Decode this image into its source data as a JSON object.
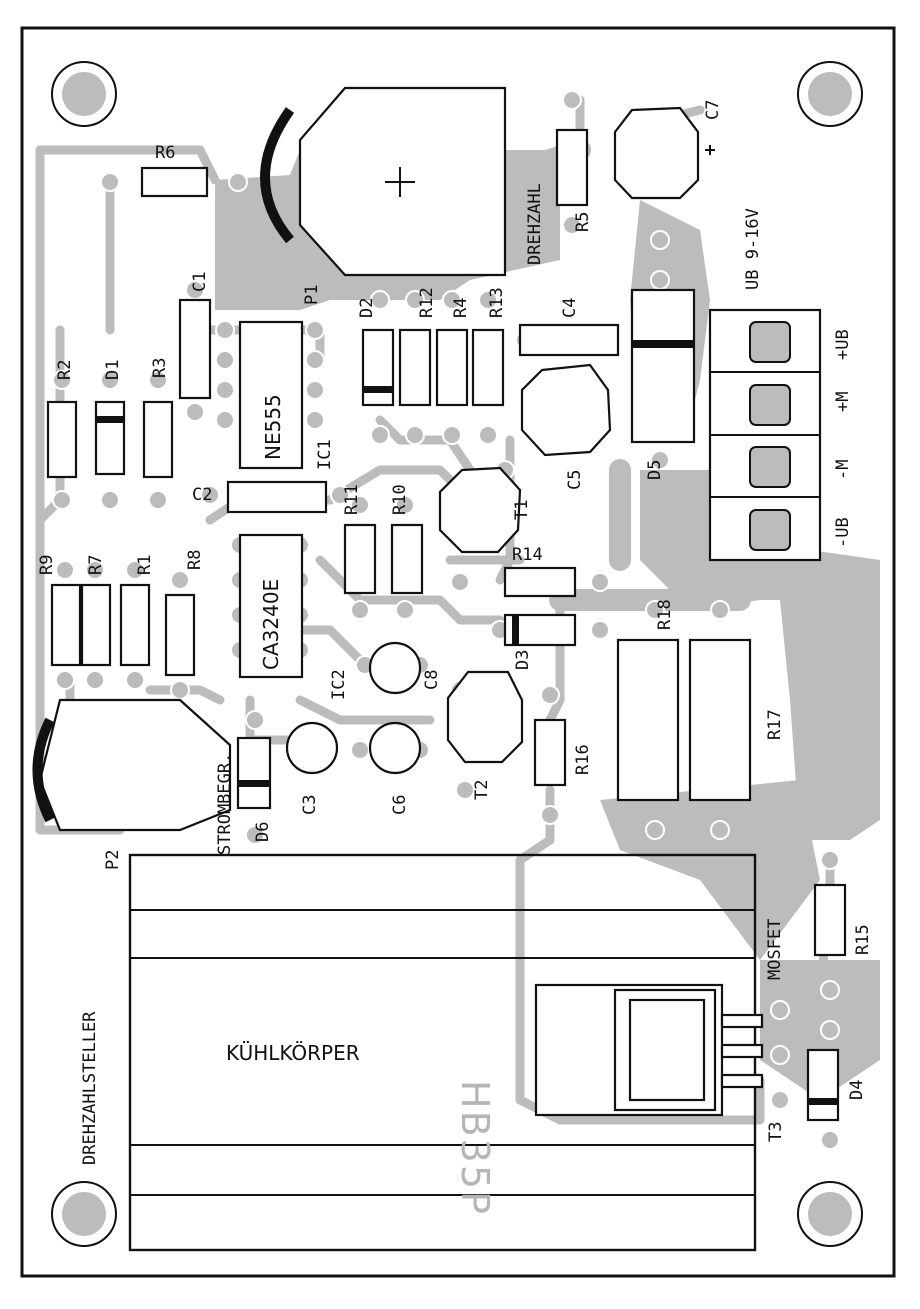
{
  "board": {
    "title": "DREHZAHLSTELLER",
    "heatsink_label": "KÜHLKÖRPER",
    "heatsink_part": "HB35P",
    "speed_label": "DREHZAHL",
    "current_label": "STROMBEGR.",
    "supply_label": "UB 9-16V",
    "mosfet_label": "MOSFET",
    "terminals": [
      "-UB",
      "-M",
      "+M",
      "+UB"
    ]
  },
  "components": {
    "resistors": [
      "R1",
      "R2",
      "R3",
      "R4",
      "R5",
      "R6",
      "R7",
      "R8",
      "R9",
      "R10",
      "R11",
      "R12",
      "R13",
      "R14",
      "R15",
      "R16",
      "R17",
      "R18"
    ],
    "capacitors": [
      "C1",
      "C2",
      "C3",
      "C4",
      "C5",
      "C6",
      "C7",
      "C8"
    ],
    "diodes": [
      "D1",
      "D2",
      "D3",
      "D4",
      "D5",
      "D6"
    ],
    "transistors": [
      "T1",
      "T2",
      "T3"
    ],
    "potentiometers": [
      "P1",
      "P2"
    ],
    "ics": {
      "ic1": {
        "ref": "IC1",
        "part": "NE555"
      },
      "ic2": {
        "ref": "IC2",
        "part": "CA3240E"
      }
    }
  }
}
